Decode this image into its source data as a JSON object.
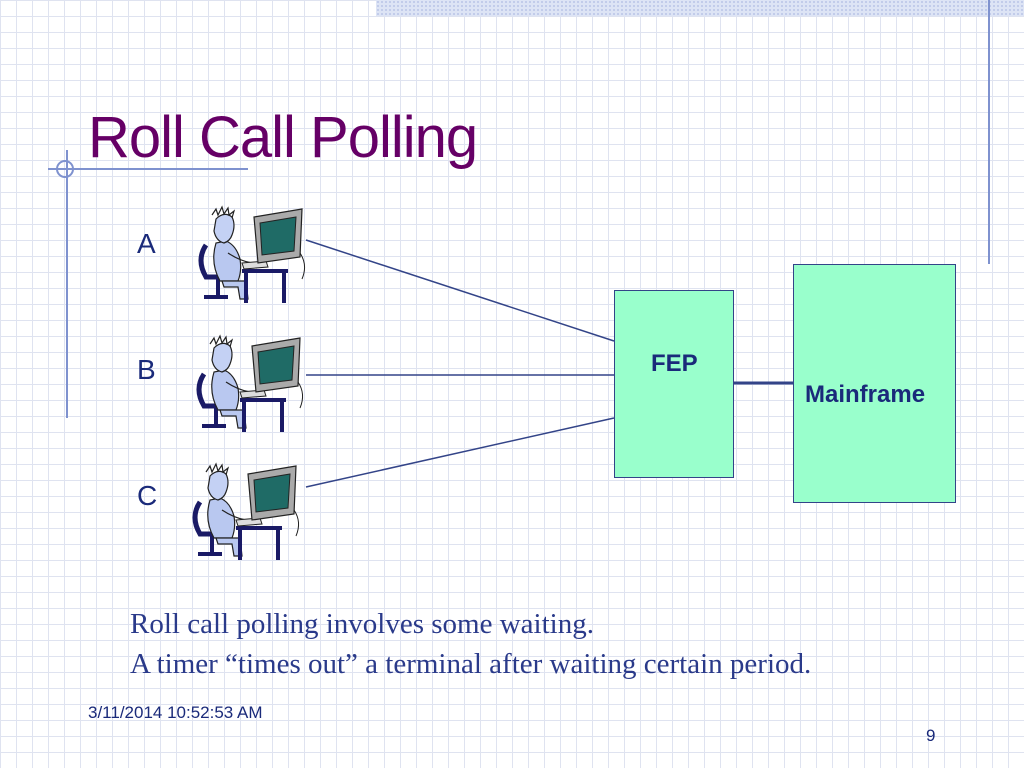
{
  "slide": {
    "title": "Roll Call Polling",
    "terminals": [
      "A",
      "B",
      "C"
    ],
    "fep_label": "FEP",
    "mainframe_label": "Mainframe",
    "body_lines": [
      "Roll call polling involves some waiting.",
      "A timer “times out” a terminal after waiting certain period."
    ],
    "footer_date": "3/11/2014 10:52:53 AM",
    "page_number": "9"
  },
  "colors": {
    "title": "#660066",
    "box_fill": "#99ffcc",
    "line": "#334488",
    "text": "#1a2a7a"
  },
  "icons": [
    "person-at-terminal-icon"
  ]
}
